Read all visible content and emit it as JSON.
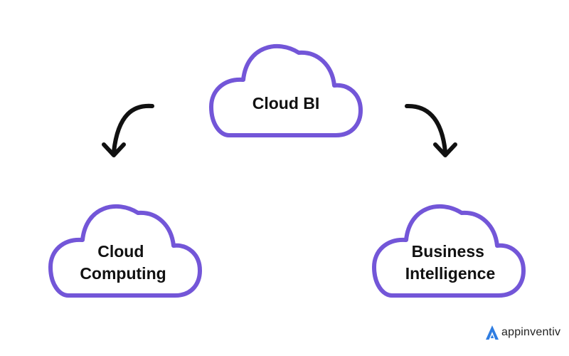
{
  "colors": {
    "cloud_outline": "#7356d8",
    "arrow": "#111111",
    "brand_icon": "#2f7de1",
    "text": "#111111"
  },
  "nodes": [
    {
      "id": "cloud-bi",
      "lines": [
        "Cloud BI"
      ]
    },
    {
      "id": "cloud-computing",
      "lines": [
        "Cloud",
        "Computing"
      ]
    },
    {
      "id": "business-intelligence",
      "lines": [
        "Business",
        "Intelligence"
      ]
    }
  ],
  "edges": [
    {
      "from": "cloud-bi",
      "to": "cloud-computing"
    },
    {
      "from": "cloud-bi",
      "to": "business-intelligence"
    }
  ],
  "brand": {
    "name": "appinventiv",
    "icon": "appinventiv-logo-icon"
  }
}
